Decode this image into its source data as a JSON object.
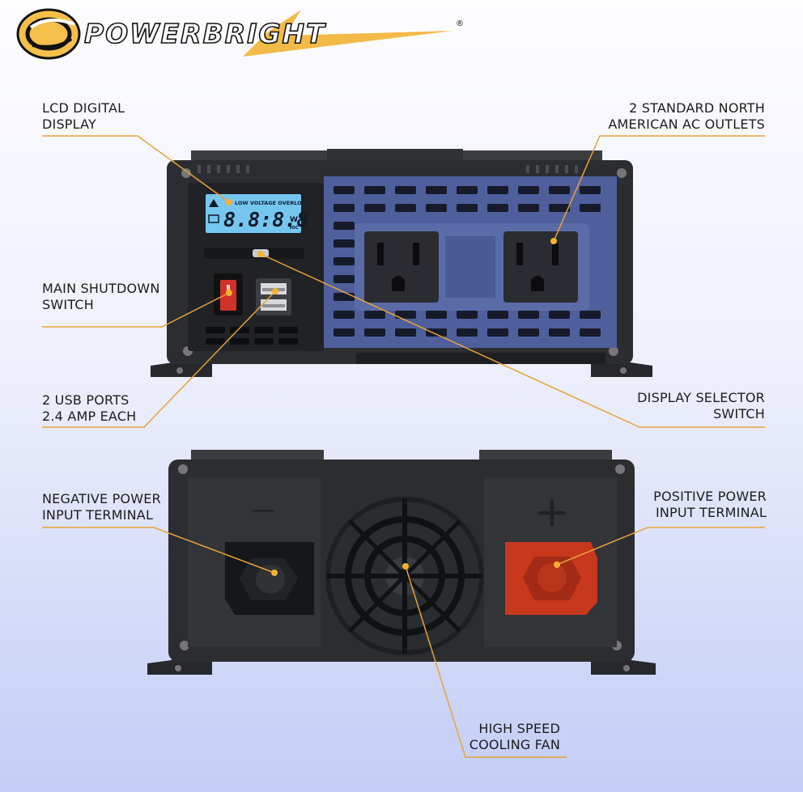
{
  "brand": {
    "wordmark": "POWERBRIGHT",
    "registered": "®",
    "accent": "#f2b233"
  },
  "callouts": {
    "lcd": [
      "LCD DIGITAL",
      "DISPLAY"
    ],
    "outlets": [
      "2 STANDARD NORTH",
      "AMERICAN AC OUTLETS"
    ],
    "main_switch": [
      "MAIN SHUTDOWN",
      "SWITCH"
    ],
    "usb": [
      "2 USB PORTS",
      "2.4 AMP EACH"
    ],
    "display_selector": [
      "DISPLAY SELECTOR",
      "SWITCH"
    ],
    "negative": [
      "NEGATIVE POWER",
      "INPUT TERMINAL"
    ],
    "positive": [
      "POSITIVE POWER",
      "INPUT TERMINAL"
    ],
    "fan": [
      "HIGH SPEED",
      "COOLING FAN"
    ]
  },
  "lcd_screen": {
    "indicators": "LOW VOLTAGE OVERLOAD",
    "digits": "8.8:8.8",
    "unit_top": "W",
    "unit_bottom": "VDC"
  },
  "panel": {
    "minus_sign": "—",
    "plus_sign": "+"
  },
  "colors": {
    "leader_line": "#e8a23a",
    "blue_panel": "#4e5f9b",
    "body": "#2b2d31",
    "positive_terminal": "#c8381c",
    "lcd": "#76c7f0"
  }
}
